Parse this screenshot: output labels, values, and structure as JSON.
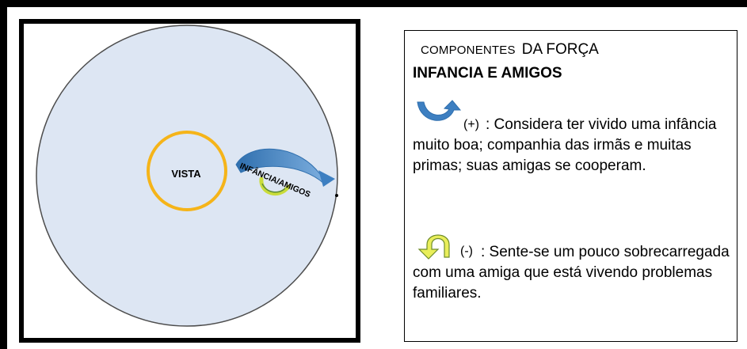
{
  "diagram": {
    "center_label": "VISTA",
    "arc_label": "INFÂNCIA/AMIGOS",
    "colors": {
      "outer_circle_fill": "#dde6f3",
      "outer_circle_stroke": "#4d4d4d",
      "inner_circle_stroke": "#f5b419",
      "positive_arrow": "#3d7fc1",
      "negative_arrow": "#c9dc3a"
    }
  },
  "legend": {
    "title_part1": "COMPONENTES",
    "title_part2": "DA FORÇA",
    "subtitle": "INFANCIA E AMIGOS",
    "positive": {
      "icon": "blue-curved-arrow-icon",
      "sign": "(+)",
      "text": ": Considera ter vivido uma infância muito boa; companhia das irmãs e muitas primas; suas amigas se cooperam."
    },
    "negative": {
      "icon": "yellow-curved-arrow-icon",
      "sign": "(-)",
      "text": ": Sente-se um pouco sobrecarregada com uma amiga que está vivendo problemas familiares."
    }
  }
}
